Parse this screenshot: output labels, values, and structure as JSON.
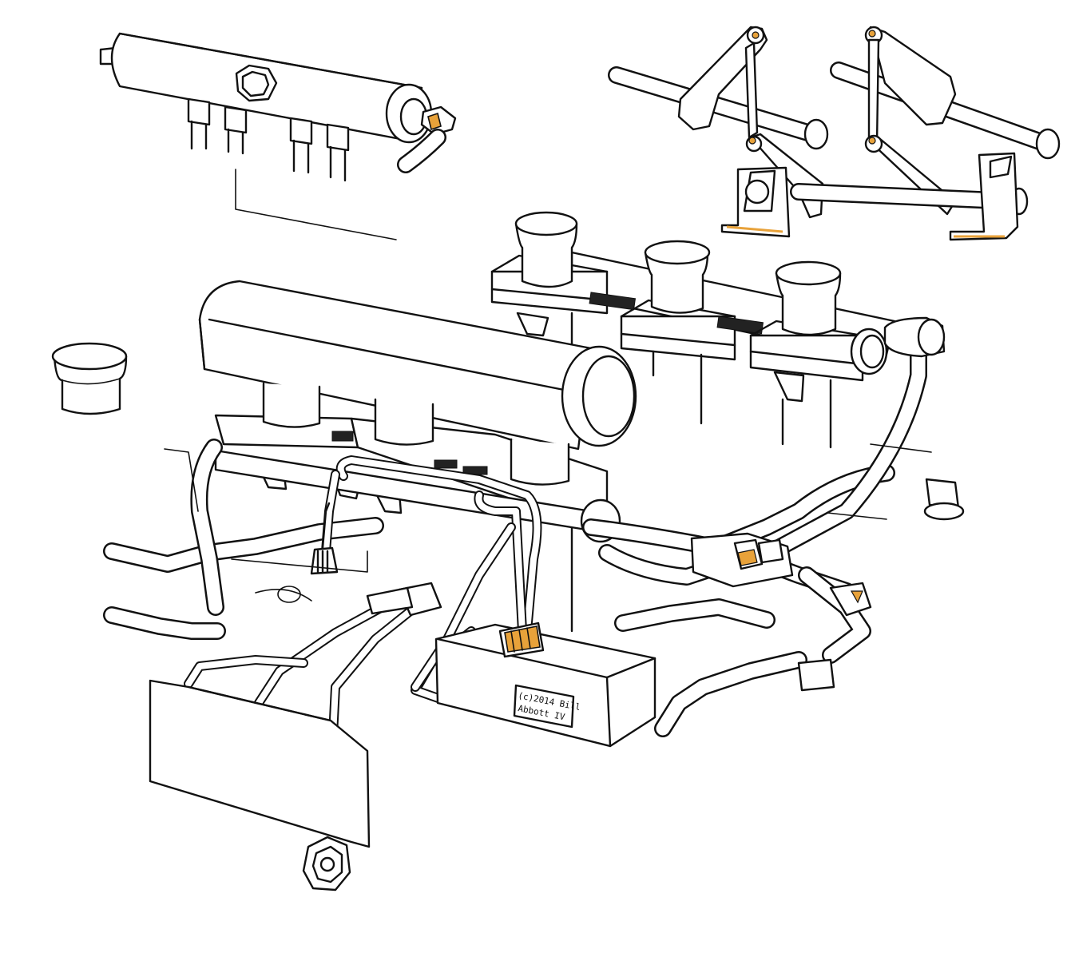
{
  "signature": {
    "line1": "(c)2014 Bill",
    "line2": "Abbott IV"
  },
  "colors": {
    "line": "#111111",
    "background": "#ffffff",
    "highlight": "#e8a23a",
    "shade": "#222222"
  },
  "parts": [
    "fuel-rail",
    "throttle-linkage",
    "velocity-stack",
    "intake-plenum",
    "throttle-bodies",
    "wiring-harness",
    "control-module",
    "crankshaft-sensor-connector"
  ]
}
